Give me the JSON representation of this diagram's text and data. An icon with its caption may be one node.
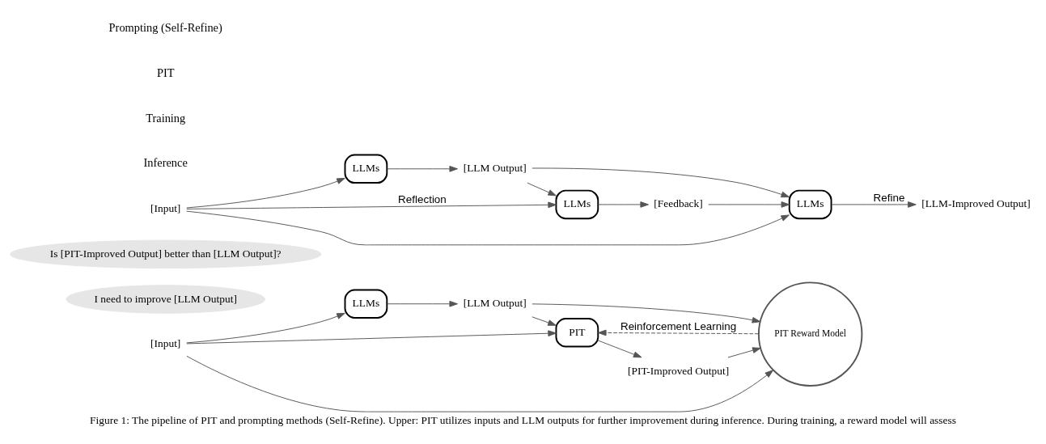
{
  "diagram": {
    "caption": "Figure 1: The pipeline of PIT and prompting methods (Self-Refine). Upper: PIT utilizes inputs and LLM outputs for further improvement during inference. During training, a reward model will assess",
    "nodes": [
      {
        "text": [
          "[Input]"
        ]
      },
      {
        "text": [
          "LLMs"
        ]
      },
      {
        "text": [
          "[LLM Output]"
        ]
      },
      {
        "text": [
          "PIT"
        ]
      },
      {
        "text": [
          "[PIT-Improved Output]"
        ]
      },
      {
        "text": [
          "PIT Reward Model"
        ]
      },
      {
        "text": [
          "I need to improve [LLM Output]"
        ]
      },
      {
        "text": [
          "Is [PIT-Improved Output] better than [LLM Output]?"
        ]
      },
      {
        "text": [
          "[Input]"
        ]
      },
      {
        "text": [
          "LLMs"
        ]
      },
      {
        "text": [
          "[LLM Output]"
        ]
      },
      {
        "text": [
          "LLMs"
        ]
      },
      {
        "text": [
          "[Feedback]"
        ]
      },
      {
        "text": [
          "LLMs"
        ]
      },
      {
        "text": [
          "[LLM-Improved Output]"
        ]
      }
    ],
    "edges": [
      {
        "from": 0,
        "to": 1,
        "arrow": "to"
      },
      {
        "from": 1,
        "to": 2,
        "arrow": "to"
      },
      {
        "from": 2,
        "to": 3,
        "arrow": "to"
      },
      {
        "from": 3,
        "to": 4,
        "arrow": "to"
      },
      {
        "from": 0,
        "to": 3,
        "arrow": "to"
      },
      {
        "from": 0,
        "to": 5,
        "arrow": "to"
      },
      {
        "from": 2,
        "to": 5,
        "arrow": "to"
      },
      {
        "from": 4,
        "to": 5,
        "arrow": "to"
      },
      {
        "from": 5,
        "to": 3,
        "arrow": "to",
        "style": "dashed",
        "label": "Reinforcement Learning"
      },
      {
        "from": 8,
        "to": 9,
        "arrow": "to"
      },
      {
        "from": 9,
        "to": 10,
        "arrow": "to"
      },
      {
        "from": 10,
        "to": 11,
        "arrow": "to"
      },
      {
        "from": 11,
        "to": 12,
        "arrow": "to"
      },
      {
        "from": 12,
        "to": 13,
        "arrow": "to"
      },
      {
        "from": 13,
        "to": 14,
        "arrow": "to",
        "label": "Refine"
      },
      {
        "from": 8,
        "to": 11,
        "arrow": "to",
        "label": "Reflection"
      },
      {
        "from": 8,
        "to": 13,
        "arrow": "to"
      },
      {
        "from": 10,
        "to": 13,
        "arrow": "to"
      }
    ],
    "labels": [
      "Inference",
      "Training",
      "PIT",
      "Prompting (Self-Refine)"
    ]
  }
}
